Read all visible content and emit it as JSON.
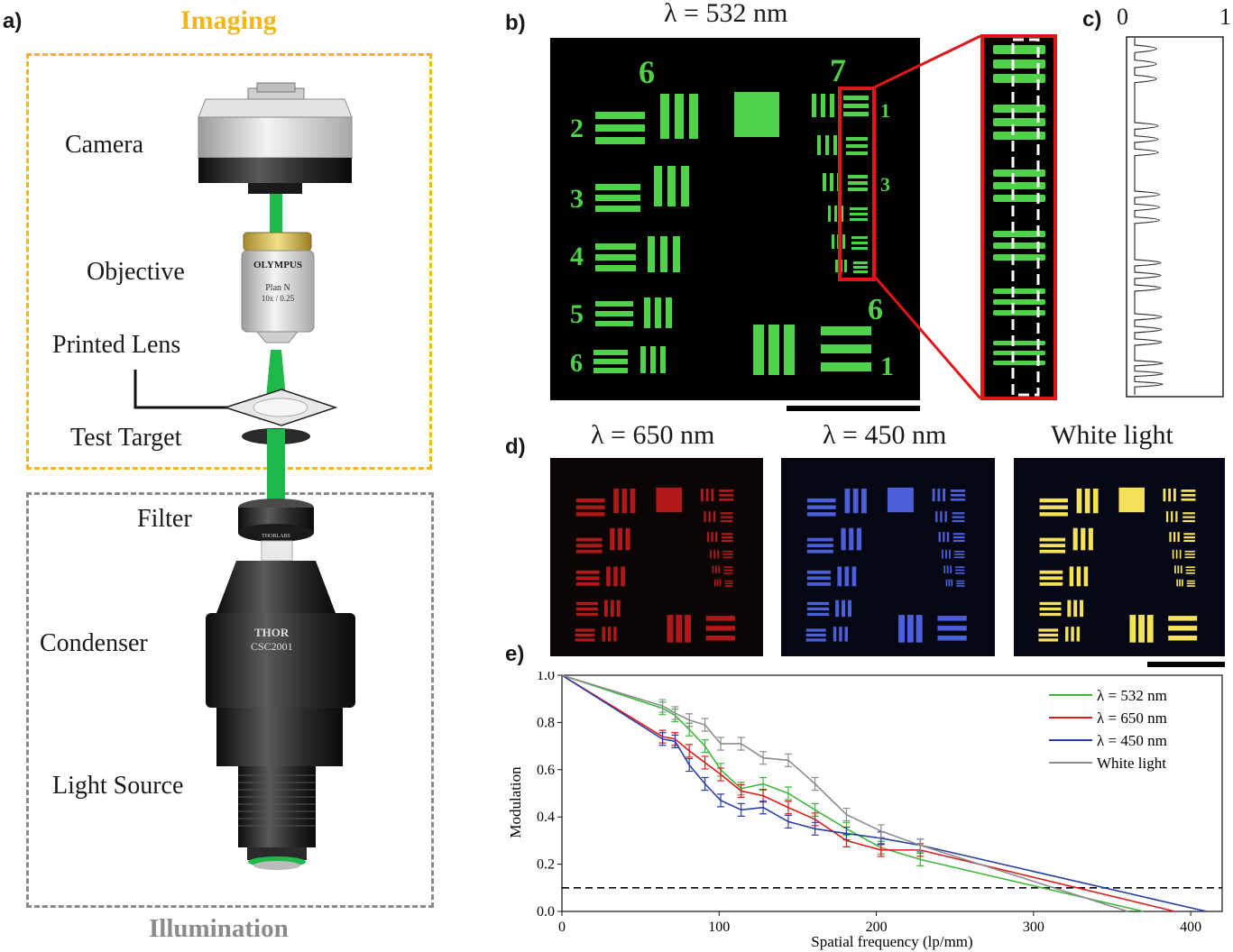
{
  "panels": {
    "a": "a)",
    "b": "b)",
    "c": "c)",
    "d": "d)",
    "e": "e)"
  },
  "setup": {
    "imaging_title": "Imaging",
    "illumination_title": "Illumination",
    "imaging_color": "#f2b619",
    "illumination_color": "#8a8a8a",
    "beam_color": "#1fb84a",
    "components": {
      "camera": "Camera",
      "objective": "Objective",
      "printed_lens": "Printed Lens",
      "test_target": "Test Target",
      "filter": "Filter",
      "condenser": "Condenser",
      "light_source": "Light Source"
    },
    "device_text": {
      "objective_brand": "OLYMPUS",
      "objective_model": "Plan N",
      "objective_spec": "10x / 0.25",
      "filter_brand": "THORLABS",
      "condenser_brand": "THOR",
      "condenser_model": "CSC2001"
    }
  },
  "target_b": {
    "title": "λ = 532 nm",
    "color": "#4fd14a",
    "group_labels": {
      "g6": "6",
      "g7": "7",
      "g6b": "6"
    },
    "element_labels": [
      "2",
      "3",
      "4",
      "5",
      "6"
    ],
    "g7_elements": {
      "e1": "1",
      "e3": "3"
    },
    "g6b_element": "1",
    "zoom_color": "#e0161c"
  },
  "profile_c": {
    "axis_min": "0",
    "axis_max": "1"
  },
  "targets_d": [
    {
      "title": "λ = 650 nm",
      "color": "#b01919"
    },
    {
      "title": "λ = 450 nm",
      "color": "#4a5fd8"
    },
    {
      "title": "White light",
      "color": "#f5e25a"
    }
  ],
  "chart_data": {
    "type": "line",
    "xlabel": "Spatial frequency (lp/mm)",
    "ylabel": "Modulation",
    "xlim": [
      0,
      420
    ],
    "ylim": [
      0,
      1.0
    ],
    "xticks": [
      0,
      100,
      200,
      300,
      400
    ],
    "yticks": [
      0.0,
      0.2,
      0.4,
      0.6,
      0.8,
      1.0
    ],
    "threshold": 0.1,
    "legend_position": "top-right",
    "series": [
      {
        "name": "λ = 532 nm",
        "color": "#3cb83c",
        "x": [
          0,
          64,
          72,
          81,
          91,
          101,
          114,
          128,
          144,
          161,
          181,
          203,
          228,
          370
        ],
        "y": [
          1.0,
          0.86,
          0.83,
          0.77,
          0.7,
          0.6,
          0.52,
          0.54,
          0.5,
          0.43,
          0.35,
          0.27,
          0.22,
          0.0
        ]
      },
      {
        "name": "λ = 650 nm",
        "color": "#e01b1b",
        "x": [
          0,
          64,
          72,
          81,
          91,
          101,
          114,
          128,
          144,
          161,
          181,
          203,
          228,
          390
        ],
        "y": [
          1.0,
          0.74,
          0.73,
          0.68,
          0.63,
          0.58,
          0.51,
          0.49,
          0.44,
          0.39,
          0.3,
          0.26,
          0.26,
          0.0
        ]
      },
      {
        "name": "λ = 450 nm",
        "color": "#2b3fa5",
        "x": [
          0,
          64,
          72,
          81,
          91,
          101,
          114,
          128,
          144,
          161,
          181,
          203,
          228,
          410
        ],
        "y": [
          1.0,
          0.73,
          0.72,
          0.62,
          0.54,
          0.47,
          0.43,
          0.44,
          0.38,
          0.35,
          0.33,
          0.31,
          0.28,
          0.0
        ]
      },
      {
        "name": "White light",
        "color": "#8c8c8c",
        "x": [
          0,
          64,
          72,
          81,
          91,
          101,
          114,
          128,
          144,
          161,
          181,
          203,
          228,
          360
        ],
        "y": [
          1.0,
          0.87,
          0.84,
          0.81,
          0.79,
          0.71,
          0.71,
          0.65,
          0.64,
          0.54,
          0.41,
          0.34,
          0.28,
          0.0
        ]
      }
    ]
  }
}
